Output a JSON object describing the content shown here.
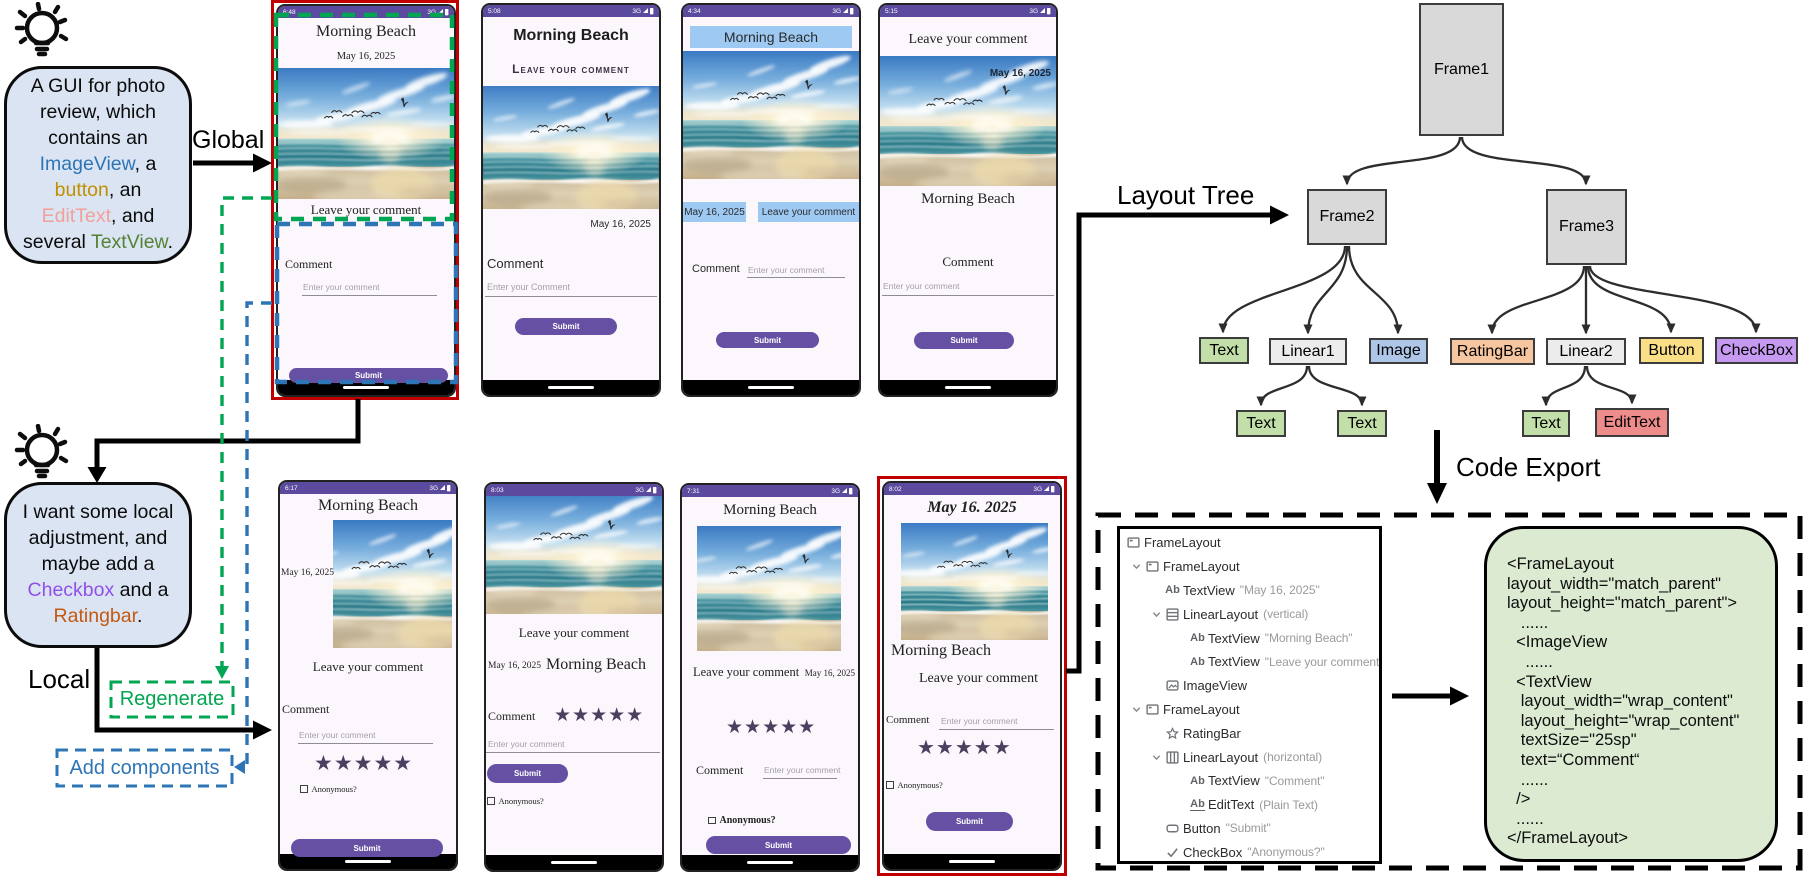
{
  "colors": {
    "status_bar_purple": "#5b4a9e",
    "submit_purple": "#6550a4",
    "highlight_blue": "#9dc9f3",
    "bubble_blue": "#dbe4f2",
    "red_outline": "#c00000",
    "green_dashed": "#00a651",
    "blue_dashed": "#2e75b6",
    "code_panel_green": "#dcead2",
    "kw_imageview": "#2e75b6",
    "kw_button": "#bf9000",
    "kw_edittext": "#f2a09a",
    "kw_textview": "#548235",
    "kw_checkbox": "#9151e8",
    "kw_ratingbar": "#c45911"
  },
  "labels": {
    "global": "Global",
    "local": "Local",
    "regenerate": "Regenerate",
    "add_components": "Add components",
    "layout_tree": "Layout Tree",
    "code_export": "Code Export"
  },
  "prompts": {
    "global": {
      "s1": "A GUI for photo review, which contains  an ",
      "imageview": "ImageView",
      "s2": ", a ",
      "button": "button",
      "s3": ", an ",
      "edittext": "EditText",
      "s4": ", and several ",
      "textview": "TextView",
      "s5": "."
    },
    "local": {
      "s1": "I want some local adjustment, and maybe add a ",
      "checkbox": "Checkbox",
      "s2": " and a ",
      "ratingbar": "Ratingbar",
      "s3": "."
    }
  },
  "phones": [
    {
      "time": "6:48",
      "network": "3G",
      "title": "Morning Beach",
      "date": "May 16, 2025",
      "leave": "Leave your comment",
      "comment": "Comment",
      "placeholder": "Enter your comment",
      "submit": "Submit"
    },
    {
      "time": "5:08",
      "network": "3G",
      "title": "Morning Beach",
      "date": "May 16, 2025",
      "leave": "Leave your comment",
      "comment": "Comment",
      "placeholder": "Enter your Comment",
      "submit": "Submit"
    },
    {
      "time": "4:34",
      "network": "3G",
      "title": "Morning Beach",
      "date": "May 16, 2025",
      "leave": "Leave your comment",
      "comment": "Comment",
      "placeholder": "Enter your comment",
      "submit": "Submit"
    },
    {
      "time": "5:15",
      "network": "3G",
      "title": "Morning Beach",
      "date": "May 16, 2025",
      "leave": "Leave your comment",
      "comment": "Comment",
      "placeholder": "Enter your comment",
      "submit": "Submit"
    },
    {
      "time": "6:17",
      "network": "3G",
      "title": "Morning Beach",
      "date": "May 16, 2025",
      "leave": "Leave your comment",
      "comment": "Comment",
      "placeholder": "Enter your comment",
      "submit": "Submit",
      "rating": "★★★★★",
      "anonymous": "Anonymous?"
    },
    {
      "time": "8:03",
      "network": "3G",
      "title": "Morning Beach",
      "date": "May 16, 2025",
      "leave": "Leave your comment",
      "comment": "Comment",
      "placeholder": "Enter your comment",
      "submit": "Submit",
      "rating": "★★★★★",
      "anonymous": "Anonymous?"
    },
    {
      "time": "7:31",
      "network": "3G",
      "title": "Morning Beach",
      "date": "May 16, 2025",
      "leave": "Leave your comment",
      "comment": "Comment",
      "placeholder": "Enter your comment",
      "submit": "Submit",
      "rating": "★★★★★",
      "anonymous": "Anonymous?"
    },
    {
      "time": "8:02",
      "network": "3G",
      "title": "Morning Beach",
      "date": "May 16. 2025",
      "leave": "Leave your comment",
      "comment": "Comment",
      "placeholder": "Enter your comment",
      "submit": "Submit",
      "rating": "★★★★★",
      "anonymous": "Anonymous?"
    }
  ],
  "tree": {
    "frame1": "Frame1",
    "frame2": "Frame2",
    "frame3": "Frame3",
    "text": "Text",
    "linear1": "Linear1",
    "image": "Image",
    "ratingbar": "RatingBar",
    "linear2": "Linear2",
    "button": "Button",
    "checkbox": "CheckBox",
    "edittext": "EditText"
  },
  "component_tree": {
    "rows": [
      {
        "level": 0,
        "expand": false,
        "icon": "framelayout-icon",
        "name": "FrameLayout",
        "note": ""
      },
      {
        "level": 1,
        "expand": true,
        "icon": "framelayout-icon",
        "name": "FrameLayout",
        "note": ""
      },
      {
        "level": 2,
        "expand": false,
        "icon": "textview-icon",
        "name": "TextView",
        "note": "\"May 16, 2025\""
      },
      {
        "level": 2,
        "expand": true,
        "icon": "linearlayout-vertical-icon",
        "name": "LinearLayout",
        "note": "(vertical)"
      },
      {
        "level": 3,
        "expand": false,
        "icon": "textview-icon",
        "name": "TextView",
        "note": "\"Morning Beach\""
      },
      {
        "level": 3,
        "expand": false,
        "icon": "textview-icon",
        "name": "TextView",
        "note": "\"Leave your comment\""
      },
      {
        "level": 2,
        "expand": false,
        "icon": "imageview-icon",
        "name": "ImageView",
        "note": ""
      },
      {
        "level": 1,
        "expand": true,
        "icon": "framelayout-icon",
        "name": "FrameLayout",
        "note": ""
      },
      {
        "level": 2,
        "expand": false,
        "icon": "ratingbar-icon",
        "name": "RatingBar",
        "note": ""
      },
      {
        "level": 2,
        "expand": true,
        "icon": "linearlayout-horizontal-icon",
        "name": "LinearLayout",
        "note": "(horizontal)"
      },
      {
        "level": 3,
        "expand": false,
        "icon": "textview-icon",
        "name": "TextView",
        "note": "\"Comment\""
      },
      {
        "level": 3,
        "expand": false,
        "icon": "edittext-icon",
        "name": "EditText",
        "note": "(Plain Text)"
      },
      {
        "level": 2,
        "expand": false,
        "icon": "button-icon",
        "name": "Button",
        "note": "\"Submit\""
      },
      {
        "level": 2,
        "expand": false,
        "icon": "checkbox-icon",
        "name": "CheckBox",
        "note": "\"Anonymous?\""
      }
    ]
  },
  "code": {
    "text": "<FrameLayout\nlayout_width=\"match_parent\"\nlayout_height=\"match_parent\">\n   ......\n  <ImageView\n    ......\n  <TextView\n   layout_width=\"wrap_content\"\n   layout_height=\"wrap_content\"\n   textSize=\"25sp\"\n   text=“Comment“\n   ......\n  />\n  ......\n</FrameLayout>"
  }
}
